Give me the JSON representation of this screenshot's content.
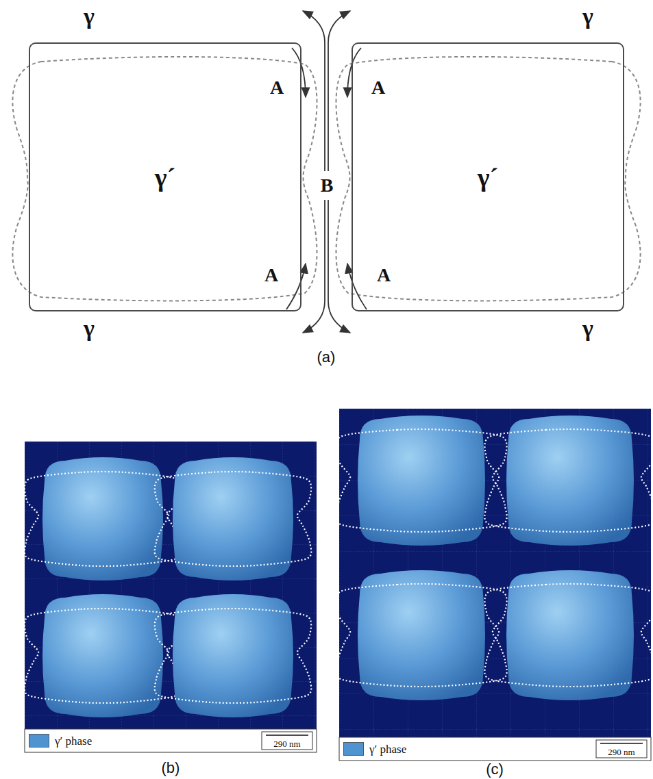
{
  "diagram": {
    "nodes": [
      {
        "text": [
          "γ´"
        ]
      },
      {
        "text": [
          "γ´"
        ]
      }
    ],
    "labels": [
      "γ",
      "γ",
      "γ",
      "γ",
      "A",
      "A",
      "A",
      "A",
      "B",
      "(a)",
      "290 nm",
      "(b)",
      "290 nm",
      "(c)"
    ],
    "legend": [
      {
        "text": "γ′ phase",
        "color": "#4f94d0"
      },
      {
        "text": "γ′ phase",
        "color": "#4f94d0"
      }
    ]
  }
}
